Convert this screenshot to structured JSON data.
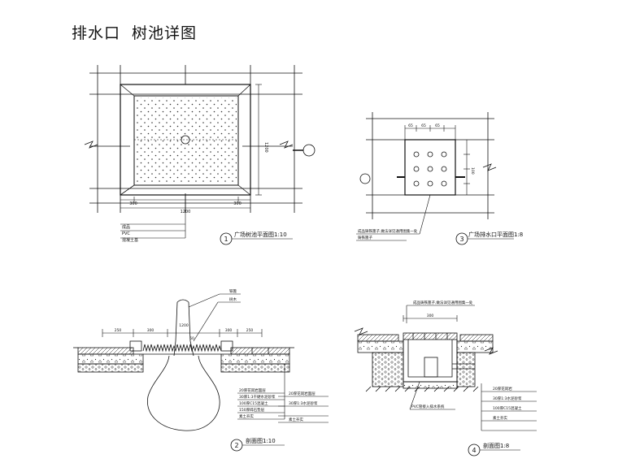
{
  "page": {
    "title_part1": "排水口",
    "title_part2": "树池详图"
  },
  "views": [
    {
      "id": "1",
      "caption": "广场树池平面图1:10",
      "dims": {
        "left": "300",
        "right": "300",
        "overall": "1200",
        "side": "1200"
      },
      "notes": [
        "成品",
        "PVC",
        "混凝土基"
      ]
    },
    {
      "id": "2",
      "caption": "剖面图1:10",
      "dims": {
        "d1": "250",
        "d2": "300",
        "d3": "1200",
        "d4": "300",
        "d5": "250",
        "d6": "60"
      },
      "left_labels": [
        "铁篦",
        "树木"
      ],
      "notes_a": [
        "20厚花岗岩面层",
        "30厚1:3干硬水泥砂浆",
        "100厚C15混凝土",
        "150厚碎石垫层",
        "素土夯实"
      ],
      "notes_b": [
        "20厚花岗岩面层",
        "30厚1:3水泥砂浆",
        "素土夯实"
      ]
    },
    {
      "id": "3",
      "caption": "广场排水口平面图1:8",
      "dims": {
        "t1": "65",
        "t2": "65",
        "t3": "65",
        "r1": "100"
      },
      "notes": [
        "成品铸铁篦子,做法详见通用图集一处",
        "铸铁篦子"
      ]
    },
    {
      "id": "4",
      "caption": "剖面图1:8",
      "dims": {
        "w": "300",
        "label_top": "成品铸铁篦子,做法详见通用图集一处"
      },
      "notes_left": [
        "PVC管接入排水系统"
      ],
      "notes_right": [
        "20厚花岗岩",
        "30厚1:3水泥砂浆",
        "100厚C15混凝土",
        "素土夯实"
      ]
    }
  ]
}
